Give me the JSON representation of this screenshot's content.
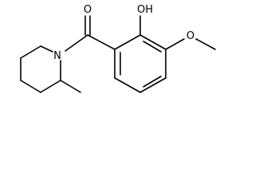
{
  "molecule": {
    "atom_labels": {
      "carbonyl_oxygen": "O",
      "hydroxyl": "OH",
      "methoxy_oxygen": "O",
      "ring_nitrogen": "N"
    }
  }
}
